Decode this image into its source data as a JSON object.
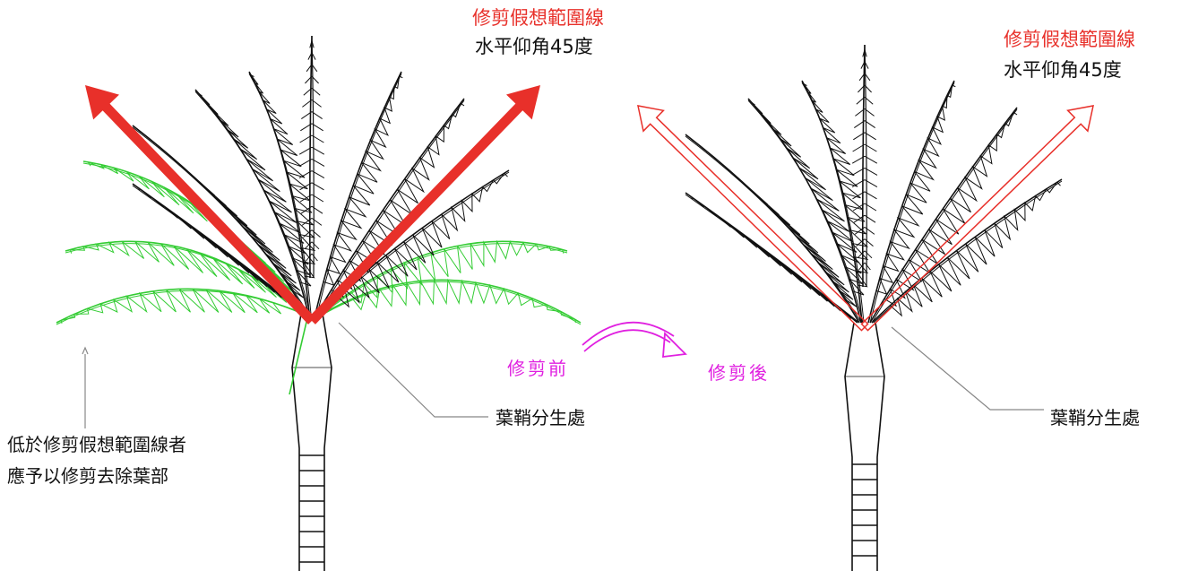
{
  "left_panel": {
    "title": "修剪假想範圍線",
    "subtitle": "水平仰角45度",
    "remove_note_line1": "低於修剪假想範圍線者",
    "remove_note_line2": "應予以修剪去除葉部",
    "sheath_label": "葉鞘分生處",
    "before_label": "修剪前"
  },
  "right_panel": {
    "title": "修剪假想範圍線",
    "subtitle": "水平仰角45度",
    "sheath_label": "葉鞘分生處",
    "after_label": "修剪後"
  },
  "colors": {
    "guide_line": "#e8302a",
    "removed_leaves": "#33cc33",
    "transition_arrow": "#e020e0",
    "drawing": "#111111",
    "leader_line": "#888888"
  },
  "icons": {
    "transition": "curved-arrow-icon"
  }
}
